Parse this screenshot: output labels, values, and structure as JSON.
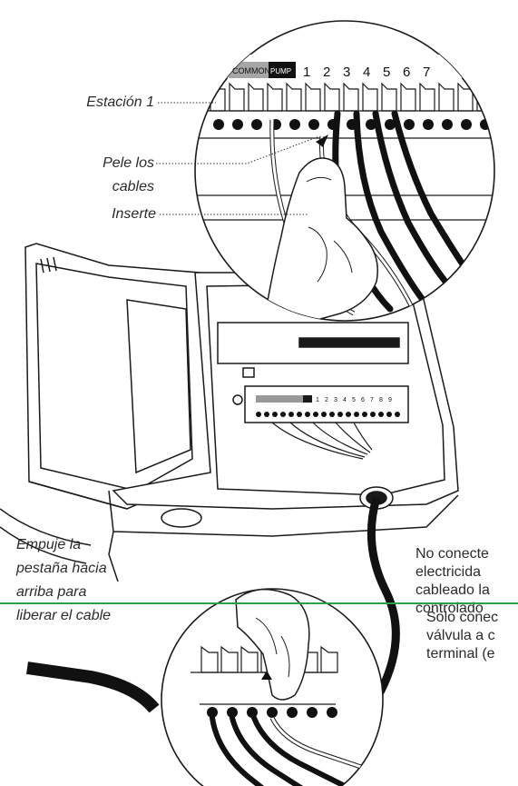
{
  "labels": {
    "station": "Estación 1",
    "strip_line1": "Pele los",
    "strip_line2": "cables",
    "insert": "Inserte",
    "push_line1": "Empuje la",
    "push_line2": "pestaña hacia",
    "push_line3": "arriba para",
    "push_line4": "liberar el cable"
  },
  "notes": {
    "top": [
      "No conecte",
      "electricida",
      "cableado la",
      "controlado"
    ],
    "bottom": [
      "Solo conec",
      "válvula a c",
      "terminal (e"
    ]
  },
  "terminal_strip": {
    "common": "COMMON",
    "pump": "PUMP",
    "numbers": [
      "1",
      "2",
      "3",
      "4",
      "5",
      "6",
      "7"
    ]
  },
  "small_strip_numbers": [
    "1",
    "2",
    "3",
    "4",
    "5",
    "6",
    "7",
    "8",
    "9"
  ],
  "colors": {
    "accent_line": "#2e9e4a",
    "ink": "#1a1a1a",
    "label_text": "#2b2b2b"
  }
}
